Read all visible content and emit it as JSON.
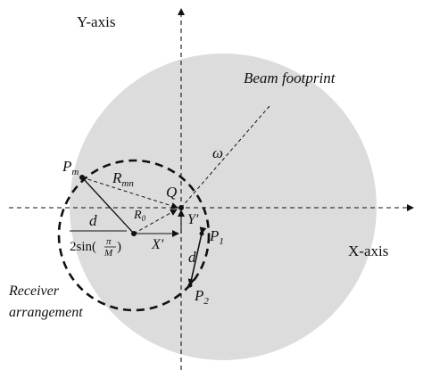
{
  "labels": {
    "y_axis": "Y-axis",
    "x_axis": "X-axis",
    "beam_footprint": "Beam footprint",
    "omega": "ω",
    "P_m": "P",
    "P_m_sub": "m",
    "R_mn": "R",
    "R_mn_sub": "mn",
    "Q": "Q",
    "R0": "R",
    "R0_sub": "0",
    "Y_prime": "Y′",
    "X_prime": "X′",
    "P1": "P",
    "P1_sub": "1",
    "P2": "P",
    "P2_sub": "2",
    "d_side": "d",
    "formula_num": "d",
    "formula_den_pre": "2sin(",
    "formula_pi": "π",
    "formula_M": "M",
    "formula_den_post": ")",
    "receiver_line1": "Receiver",
    "receiver_line2": "arrangement"
  },
  "colors": {
    "footprint": "#dcdcdc",
    "stroke": "#111111",
    "background": "#ffffff"
  }
}
